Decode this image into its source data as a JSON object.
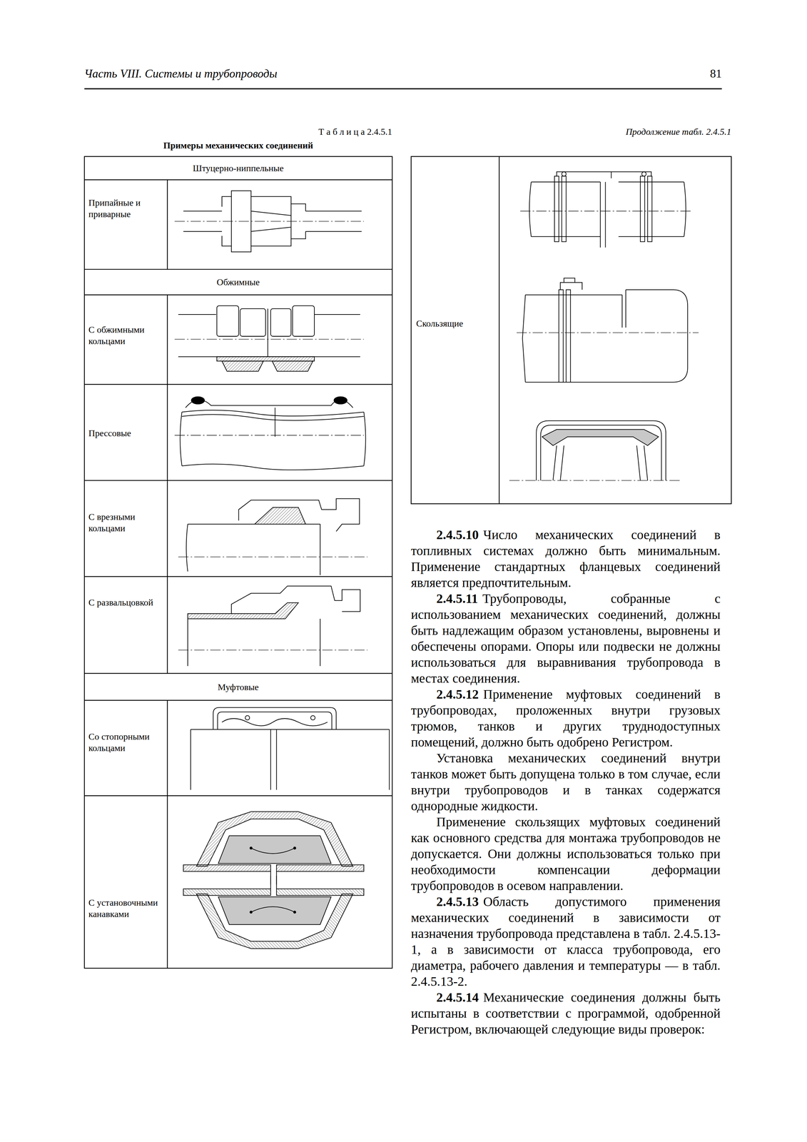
{
  "diagram": {
    "labels": [
      "Часть VIII. Системы и трубопроводы",
      "81",
      "Т а б л и ц а 2.4.5.1",
      "Примеры механических соединений",
      "Продолжение табл. 2.4.5.1",
      "Штуцерно-ниппельные",
      "Припайные и приварные",
      "Обжимные",
      "С обжимными кольцами",
      "Прессовые",
      "С врезными кольцами",
      "С развальцовкой",
      "Муфтовые",
      "Со стопорными кольцами",
      "С установочными канавками",
      "Скользящие",
      "2.4.5.10",
      "Число механических соединений в топливных системах должно быть минимальным. Применение стандартных фланцевых соединений является предпочтительным.",
      "2.4.5.11",
      "Трубопроводы, собранные с использованием механических соединений, должны быть надлежащим образом установлены, выровнены и обеспечены опорами. Опоры или подвески не должны использоваться для выравнивания трубопровода в местах соединения.",
      "2.4.5.12",
      "Применение муфтовых соединений в трубопроводах, проложенных внутри грузовых трюмов, танков и других труднодоступных помещений, должно быть одобрено Регистром.",
      "Установка механических соединений внутри танков может быть допущена только в том случае, если внутри трубопроводов и в танках содержатся однородные жидкости.",
      "Применение скользящих муфтовых соединений как основного средства для монтажа трубопроводов не допускается. Они должны использоваться только при необходимости компенсации деформации трубопроводов в осевом направлении.",
      "2.4.5.13",
      "Область допустимого применения механических соединений в зависимости от назначения трубопровода представлена в табл. 2.4.5.13-1, а в зависимости от класса трубопровода, его диаметра, рабочего давления и температуры — в табл. 2.4.5.13-2.",
      "2.4.5.14",
      "Механические соединения должны быть испытаны в соответствии с программой, одобренной Регистром, включающей следующие виды проверок:"
    ]
  }
}
